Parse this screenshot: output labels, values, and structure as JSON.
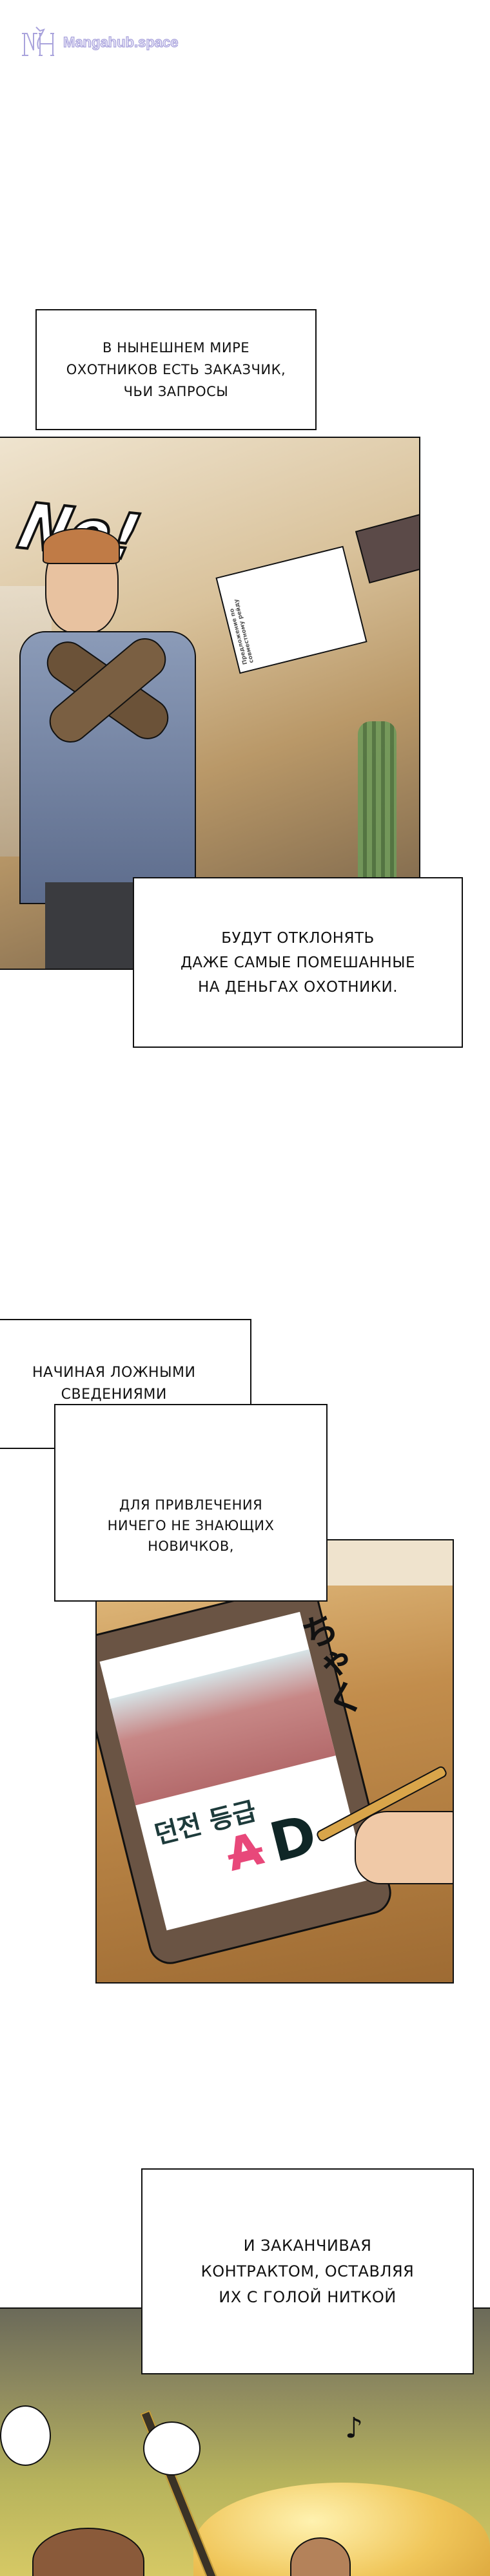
{
  "watermark": {
    "text": "Mangahub.space",
    "logo_letters": "MH"
  },
  "captions": [
    {
      "text": "В нынешнем мире\nохотников есть заказчик,\nчьи запросы"
    },
    {
      "text": "будут отклонять\nдаже самые помешанные\nна деньгах охотники."
    },
    {
      "text": "начиная ложными\nсведениями"
    },
    {
      "text": "для привлечения\nничего не знающих\nновичков,"
    },
    {
      "text": "и заканчивая\nконтрактом, оставляя\nих с голой ниткой"
    }
  ],
  "panel1": {
    "sfx": "No!",
    "document_title": "Предложение по совместному рейду"
  },
  "panel2": {
    "tablet_text": "던전 등급",
    "grade_crossed": "A",
    "grade_new": "D",
    "sfx": "ちゃく"
  },
  "panel3": {
    "note_symbol": "♪"
  },
  "colors": {
    "watermark": "#a9a3dc",
    "grade_crossed": "#e8487a",
    "ink": "#111111"
  }
}
